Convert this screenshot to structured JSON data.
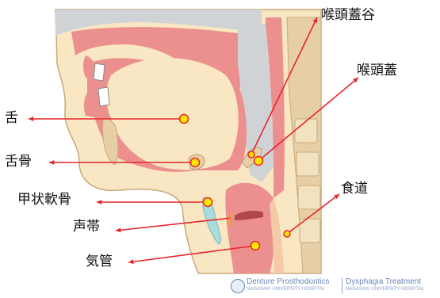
{
  "labels": {
    "tongue": "舌",
    "hyoid": "舌骨",
    "thyroid_cartilage": "甲状軟骨",
    "vocal_cords": "声帯",
    "trachea": "気管",
    "vallecula": "喉頭蓋谷",
    "epiglottis": "喉頭蓋",
    "esophagus": "食道"
  },
  "footer": {
    "left_title": "Denture Prosthodontics",
    "left_sub": "NAGASAKI UNIVERSITY HOSPITAL",
    "right_title": "Dysphagia Treatment",
    "right_sub": "NAGASAKI UNIVERSITY HOSPITAL"
  },
  "colors": {
    "arrow": "#e8262a",
    "marker_fill": "#ffe600",
    "marker_stroke": "#e8262a",
    "skin": "#f9e6c2",
    "mucosa": "#ec8f8f",
    "airway": "#d0d3d6",
    "bone": "#e6cfa6",
    "cartilage": "#a9dcdc"
  }
}
